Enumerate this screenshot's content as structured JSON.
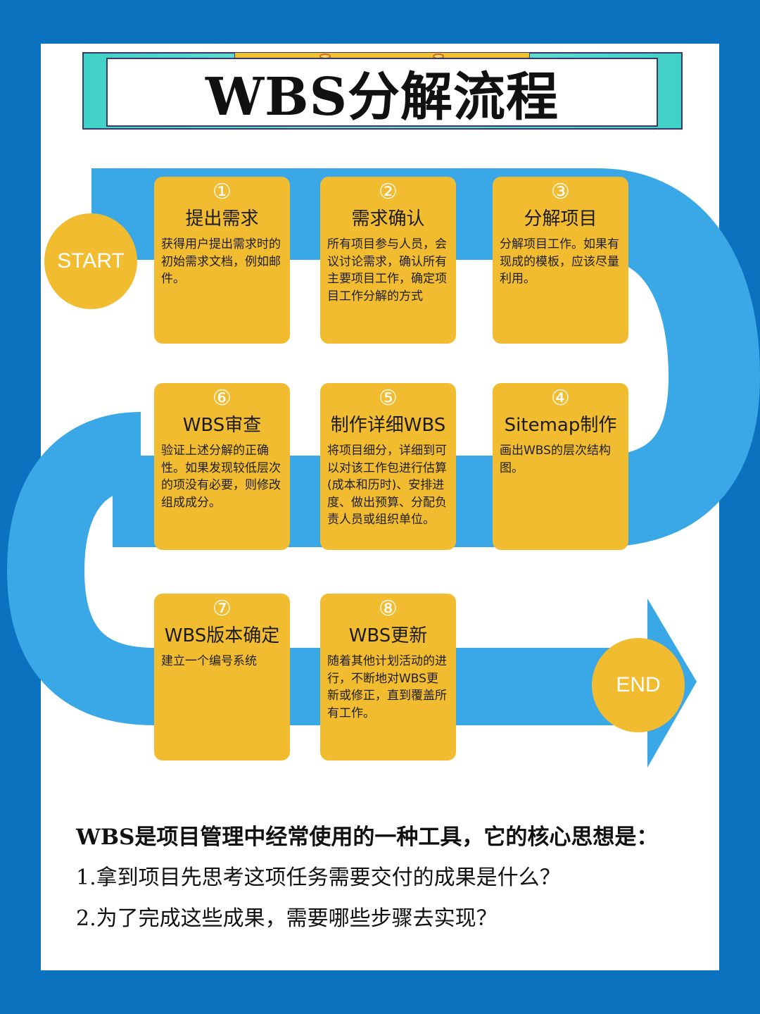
{
  "title": "WBS分解流程",
  "start_label": "START",
  "end_label": "END",
  "steps": [
    {
      "num": "①",
      "title": "提出需求",
      "desc": "获得用户提出需求时的初始需求文档，例如邮件。"
    },
    {
      "num": "②",
      "title": "需求确认",
      "desc": "所有项目参与人员，会议讨论需求，确认所有主要项目工作，确定项目工作分解的方式"
    },
    {
      "num": "③",
      "title": "分解项目",
      "desc": "分解项目工作。如果有现成的模板，应该尽量利用。"
    },
    {
      "num": "④",
      "title": "Sitemap制作",
      "desc": "画出WBS的层次结构图。"
    },
    {
      "num": "⑤",
      "title": "制作详细WBS",
      "desc": "将项目细分，详细到可以对该工作包进行估算(成本和历时)、安排进度、做出预算、分配负责人员或组织单位。"
    },
    {
      "num": "⑥",
      "title": "WBS审查",
      "desc": "验证上述分解的正确性。如果发现较低层次的项没有必要，则修改组成成分。"
    },
    {
      "num": "⑦",
      "title": "WBS版本确定",
      "desc": "建立一个编号系统"
    },
    {
      "num": "⑧",
      "title": "WBS更新",
      "desc": "随着其他计划活动的进行，不断地对WBS更新或修正，直到覆盖所有工作。"
    }
  ],
  "notes": {
    "lead": "WBS是项目管理中经常使用的一种工具，它的核心思想是：",
    "point1": "1.拿到项目先思考这项任务需要交付的成果是什么？",
    "point2": "2.为了完成这些成果，需要哪些步骤去实现？"
  },
  "colors": {
    "background": "#0a72bf",
    "road": "#3aa8e6",
    "card": "#f2bc30",
    "banner": "#3fd1c6"
  }
}
